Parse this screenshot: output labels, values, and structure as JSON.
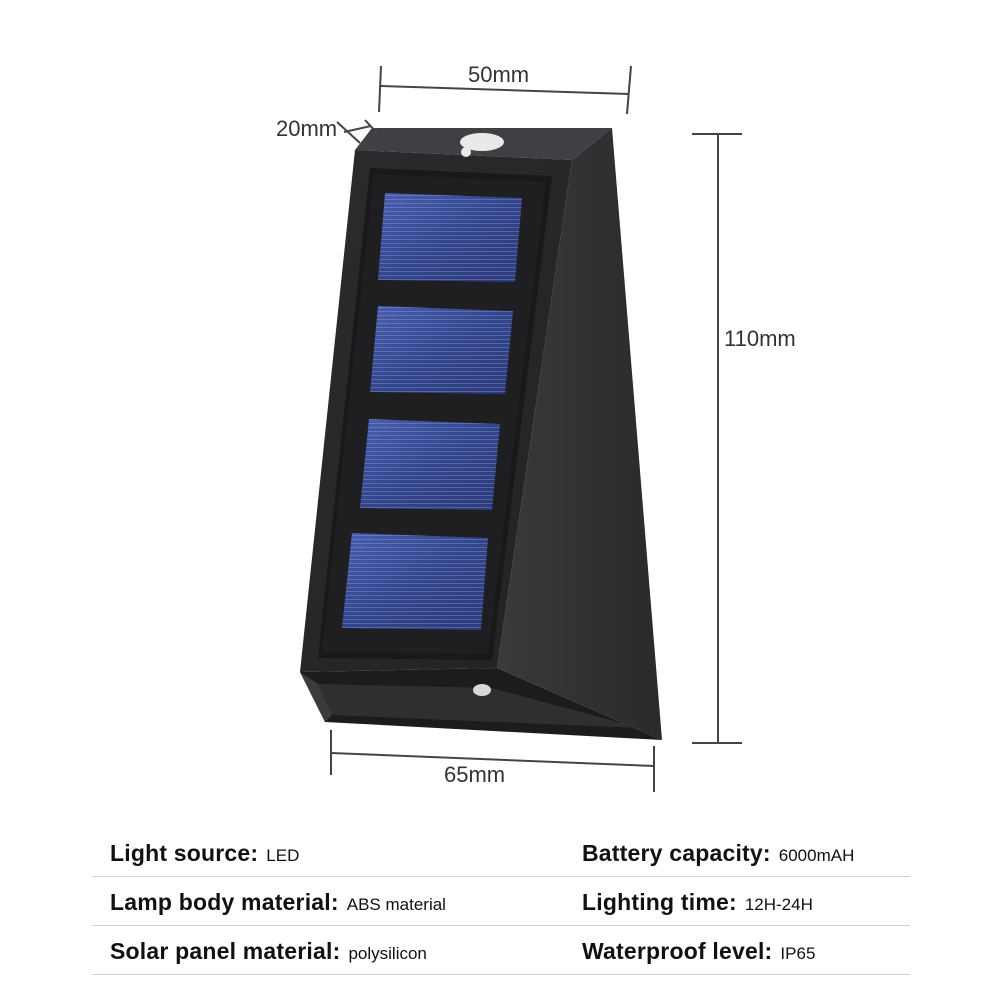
{
  "dimensions": {
    "top_width": "50mm",
    "depth": "20mm",
    "height": "110mm",
    "bottom_width": "65mm"
  },
  "colors": {
    "body": "#2e2e30",
    "panel_frame": "#1b1b1d",
    "solar_cell": "#3a4f9a",
    "dimension_line": "#444444"
  },
  "specs": [
    {
      "left": {
        "label": "Light source:",
        "value": "LED"
      },
      "right": {
        "label": "Battery capacity:",
        "value": "6000mAH"
      }
    },
    {
      "left": {
        "label": "Lamp body material:",
        "value": "ABS material"
      },
      "right": {
        "label": "Lighting time:",
        "value": "12H-24H"
      }
    },
    {
      "left": {
        "label": "Solar panel material:",
        "value": "polysilicon"
      },
      "right": {
        "label": "Waterproof level:",
        "value": "IP65"
      }
    }
  ]
}
